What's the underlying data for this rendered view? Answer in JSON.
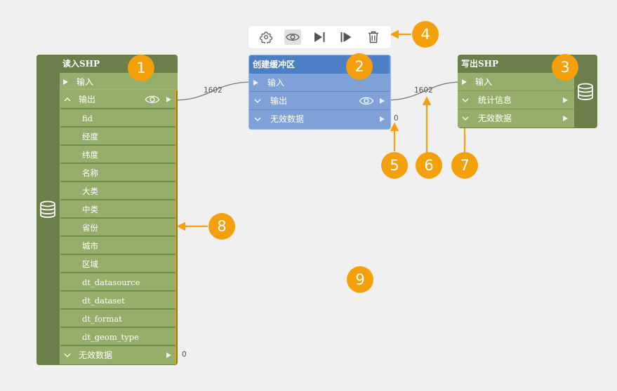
{
  "toolbar": {
    "buttons": [
      {
        "name": "settings",
        "icon": "gear-icon"
      },
      {
        "name": "preview",
        "icon": "eye-icon"
      },
      {
        "name": "run-to-here",
        "icon": "step-forward-icon"
      },
      {
        "name": "run-from-here",
        "icon": "run-from-icon"
      },
      {
        "name": "delete",
        "icon": "trash-icon"
      }
    ]
  },
  "nodes": {
    "reader": {
      "title": "读入SHP",
      "input_label": "输入",
      "output_label": "输出",
      "attributes": [
        "fid",
        "经度",
        "纬度",
        "名称",
        "大类",
        "中类",
        "省份",
        "城市",
        "区域",
        "dt_datasource",
        "dt_dataset",
        "dt_format",
        "dt_geom_type"
      ],
      "invalid_label": "无效数据",
      "invalid_count": "0"
    },
    "buffer": {
      "title": "创建缓冲区",
      "input_label": "输入",
      "output_label": "输出",
      "invalid_label": "无效数据",
      "invalid_count": "0"
    },
    "writer": {
      "title": "写出SHP",
      "input_label": "输入",
      "stats_label": "统计信息",
      "invalid_label": "无效数据"
    }
  },
  "connections": [
    {
      "from": "reader.output",
      "to": "buffer.input",
      "count": "1602"
    },
    {
      "from": "buffer.output",
      "to": "writer.input",
      "count": "1602"
    }
  ],
  "annotations": [
    "1",
    "2",
    "3",
    "4",
    "5",
    "6",
    "7",
    "8",
    "9"
  ],
  "colors": {
    "green_dark": "#6b7f4a",
    "green_light": "#96ae6c",
    "blue_title": "#4d7fc6",
    "blue_light": "#7ea1d8",
    "accent": "#f5a00a"
  }
}
